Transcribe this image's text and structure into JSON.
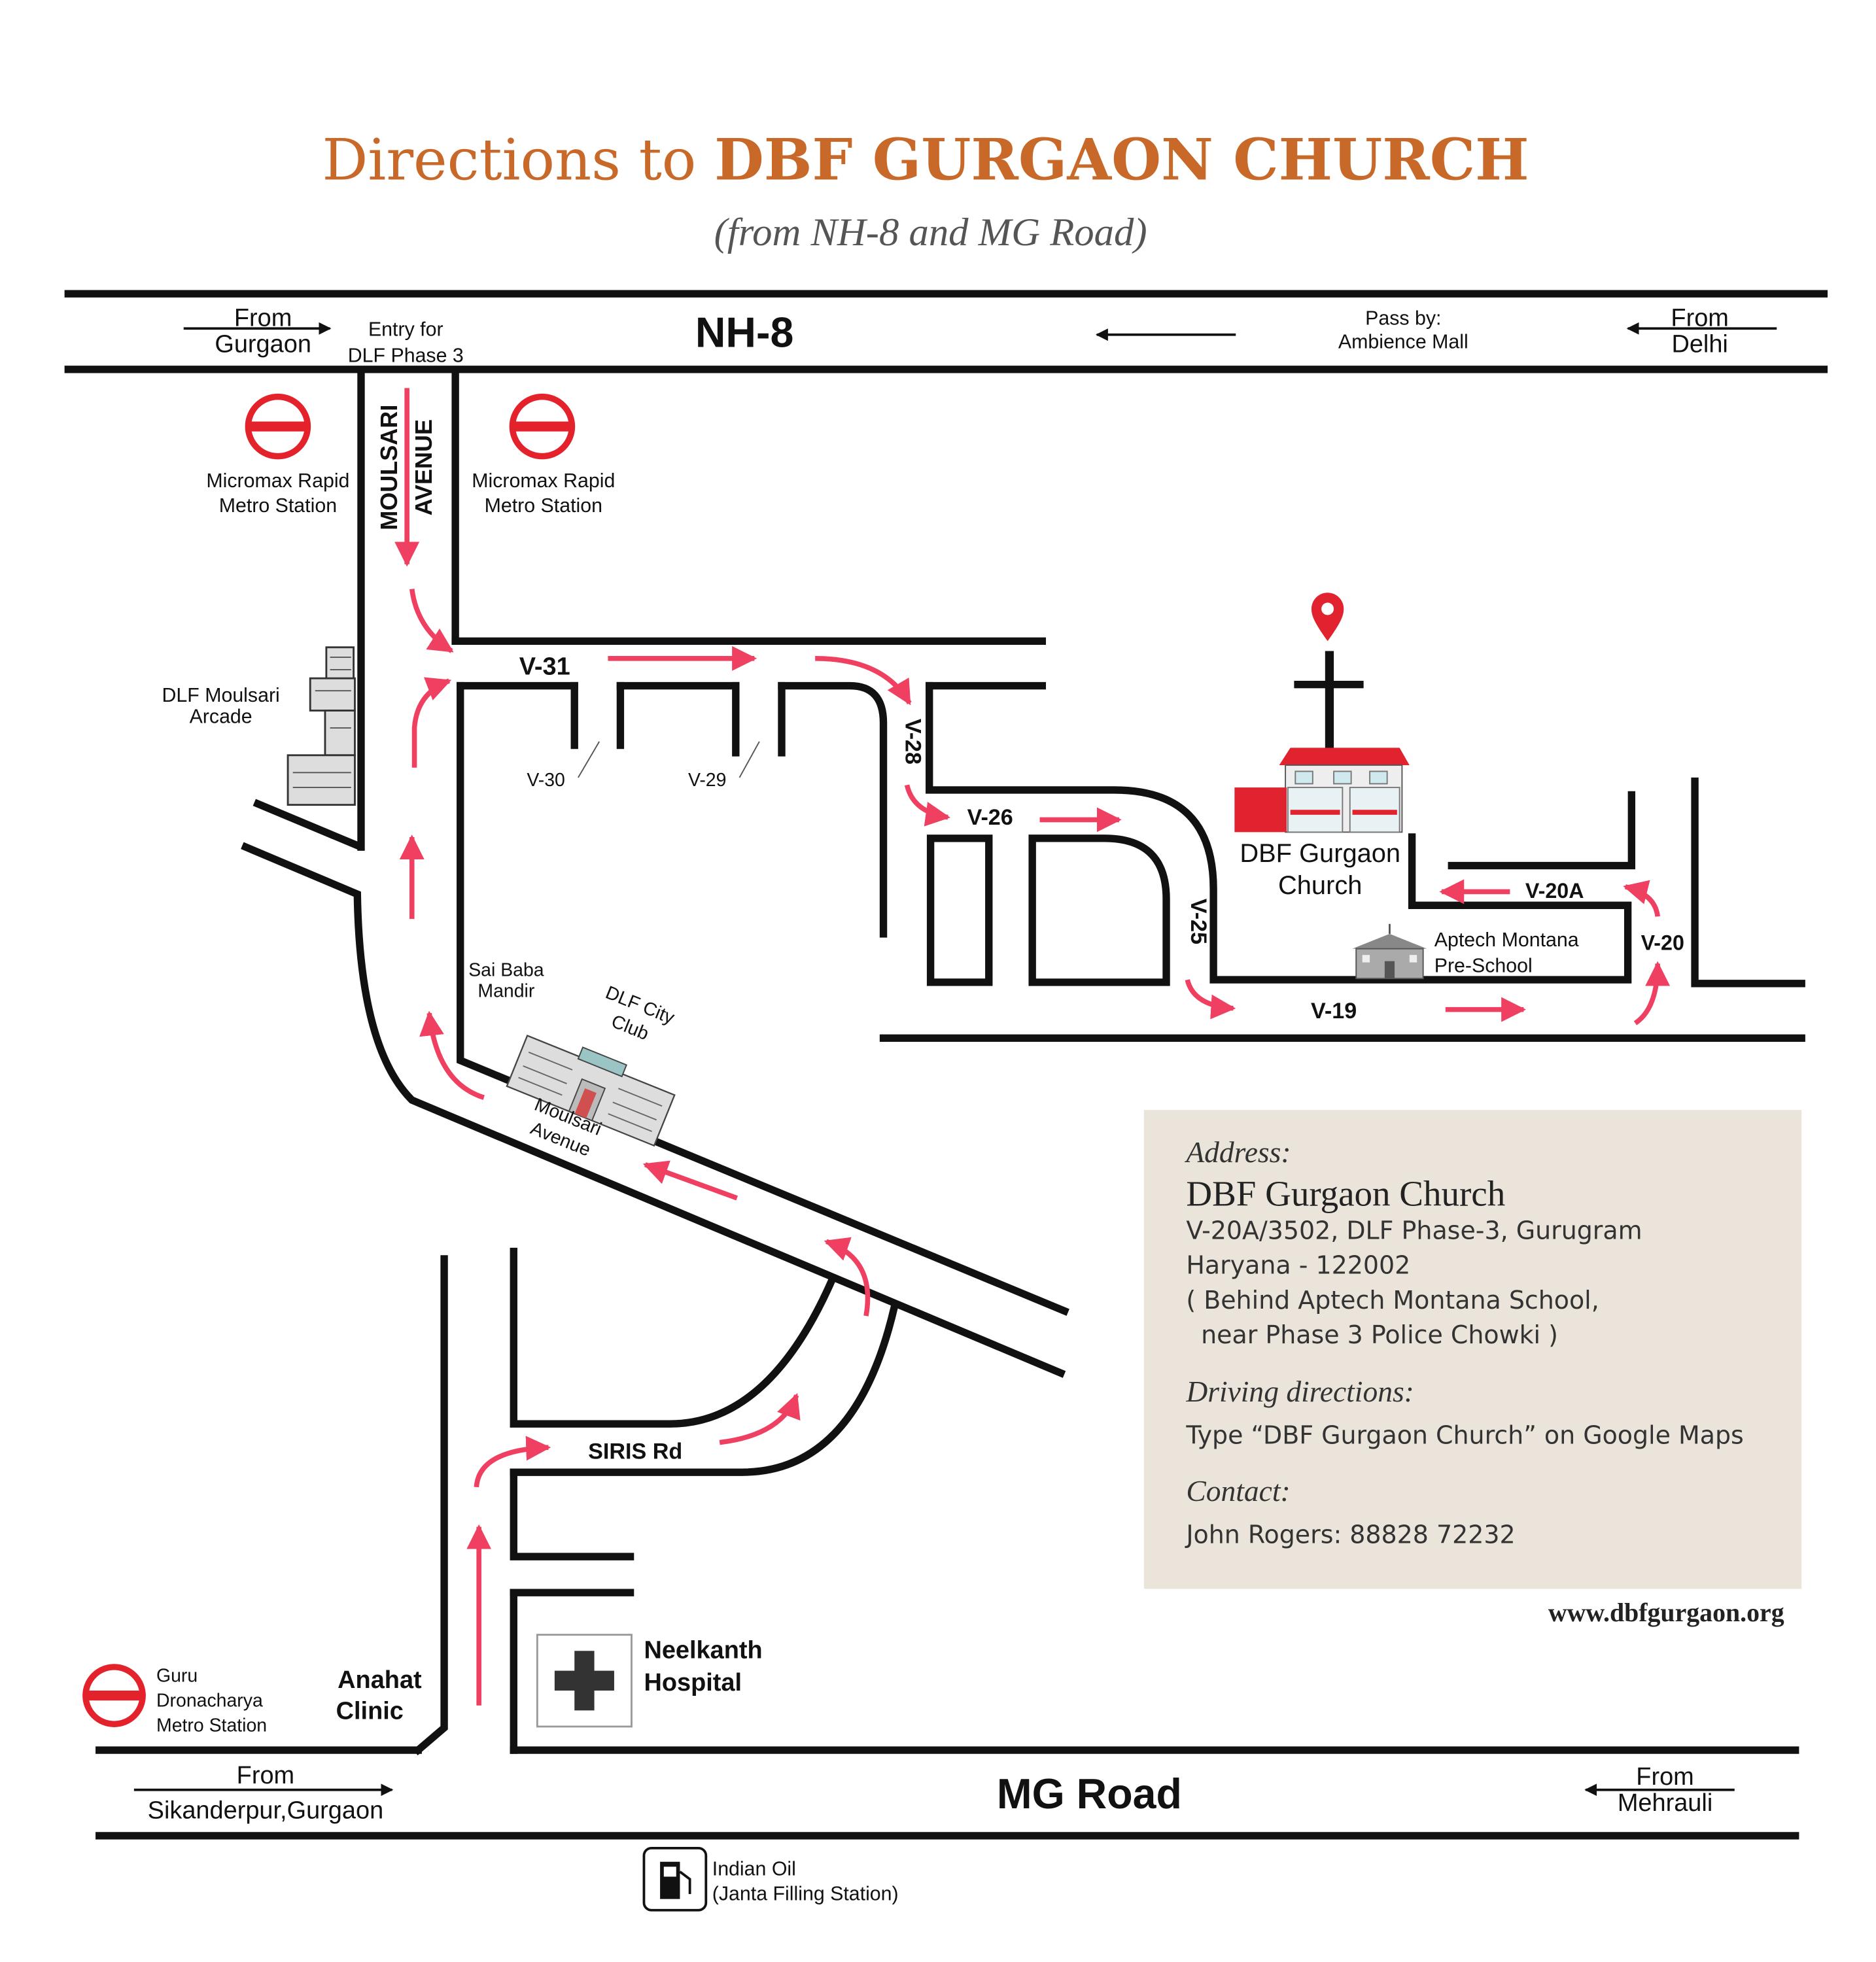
{
  "title": {
    "part1": "Directions to ",
    "part2": "DBF GURGAON CHURCH",
    "subtitle": "(from NH-8 and MG Road)"
  },
  "roads": {
    "nh8": "NH-8",
    "mg_road": "MG Road",
    "moulsari_avenue_line1": "MOULSARI",
    "moulsari_avenue_line2": "AVENUE",
    "moulsari_avenue_diag_line1": "Moulsari",
    "moulsari_avenue_diag_line2": "Avenue",
    "siris_rd": "SIRIS Rd",
    "v31": "V-31",
    "v30": "V-30",
    "v29": "V-29",
    "v28": "V-28",
    "v26": "V-26",
    "v25": "V-25",
    "v19": "V-19",
    "v20": "V-20",
    "v20a": "V-20A"
  },
  "directions": {
    "from_gurgaon_line1": "From",
    "from_gurgaon_line2": "Gurgaon",
    "entry_line1": "Entry for",
    "entry_line2": "DLF Phase 3",
    "pass_by_line1": "Pass by:",
    "pass_by_line2": "Ambience Mall",
    "from_delhi_line1": "From",
    "from_delhi_line2": "Delhi",
    "from_sikanderpur_line1": "From",
    "from_sikanderpur_line2": "Sikanderpur,Gurgaon",
    "from_mehrauli_line1": "From",
    "from_mehrauli_line2": "Mehrauli"
  },
  "landmarks": {
    "metro1_line1": "Micromax Rapid",
    "metro1_line2": "Metro Station",
    "metro2_line1": "Micromax Rapid",
    "metro2_line2": "Metro Station",
    "metro3_line1": "Guru",
    "metro3_line2": "Dronacharya",
    "metro3_line3": "Metro Station",
    "dlf_arcade_line1": "DLF Moulsari",
    "dlf_arcade_line2": "Arcade",
    "sai_baba_line1": "Sai Baba",
    "sai_baba_line2": "Mandir",
    "dlf_club_line1": "DLF City",
    "dlf_club_line2": "Club",
    "church_line1": "DBF Gurgaon",
    "church_line2": "Church",
    "aptech_line1": "Aptech Montana",
    "aptech_line2": "Pre-School",
    "anahat_line1": "Anahat",
    "anahat_line2": "Clinic",
    "hospital_line1": "Neelkanth",
    "hospital_line2": "Hospital",
    "indian_oil_line1": "Indian Oil",
    "indian_oil_line2": "(Janta Filling Station)"
  },
  "address": {
    "heading": "Address:",
    "name": "DBF Gurgaon Church",
    "line1": "V-20A/3502, DLF Phase-3, Gurugram",
    "line2": "Haryana - 122002",
    "line3": "( Behind Aptech Montana School,",
    "line4": "near Phase 3 Police Chowki )",
    "driving_heading": "Driving directions:",
    "driving_text": "Type “DBF Gurgaon Church” on Google Maps",
    "contact_heading": "Contact:",
    "contact_text": "John Rogers: 88828 72232"
  },
  "website": "www.dbfgurgaon.org",
  "colors": {
    "title": "#c8692a",
    "route": "#ef4062",
    "metro": "#e4222b",
    "address_box": "#ebe4da",
    "church_roof": "#e0232f"
  },
  "icons": [
    "metro-icon",
    "location-pin-icon",
    "cross-icon",
    "hospital-cross-icon",
    "fuel-pump-icon",
    "building-icon"
  ]
}
